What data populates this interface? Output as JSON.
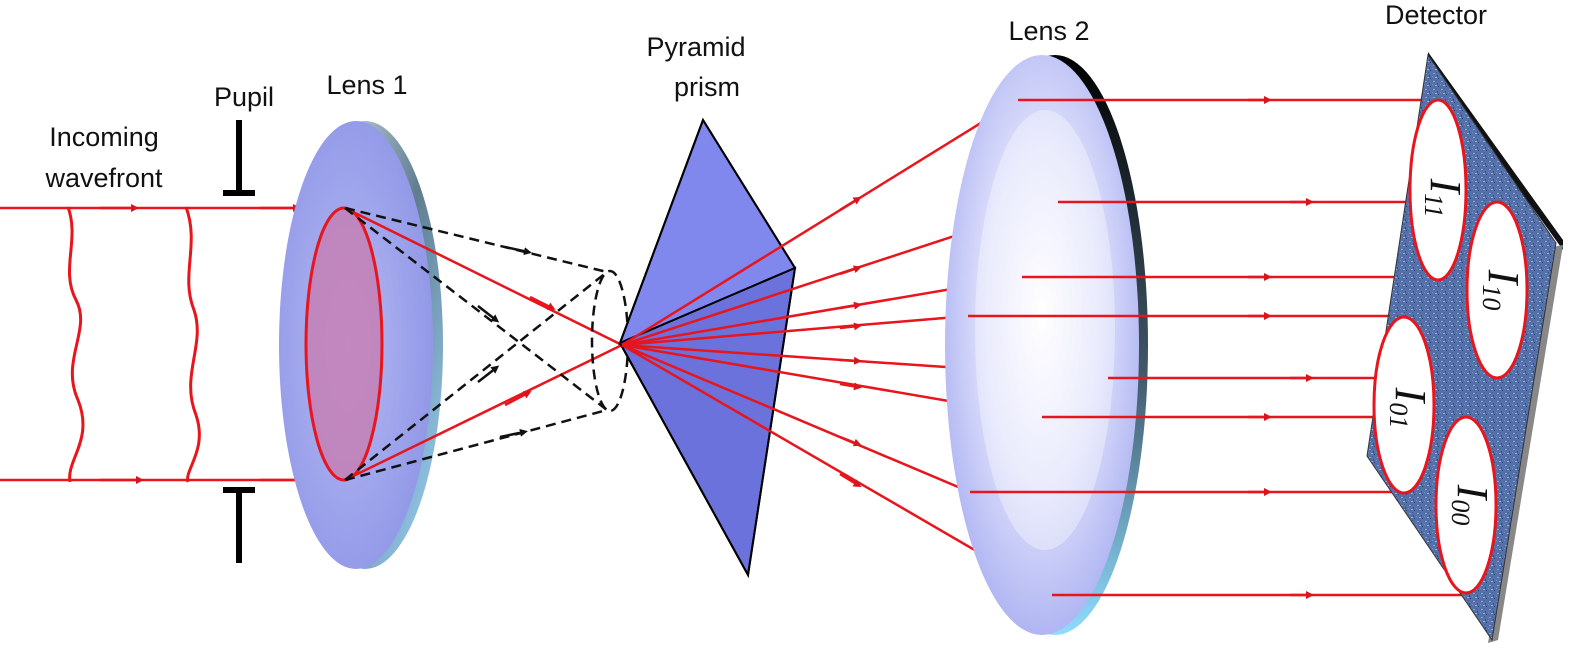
{
  "labels": {
    "incoming_line1": "Incoming",
    "incoming_line2": "wavefront",
    "pupil": "Pupil",
    "lens1": "Lens 1",
    "pyramid_line1": "Pyramid",
    "pyramid_line2": "prism",
    "lens2": "Lens 2",
    "detector": "Detector"
  },
  "detector_spots": [
    {
      "symbol": "I",
      "subscript": "11"
    },
    {
      "symbol": "I",
      "subscript": "10"
    },
    {
      "symbol": "I",
      "subscript": "01"
    },
    {
      "symbol": "I",
      "subscript": "00"
    }
  ],
  "colors": {
    "ray": "#e8151c",
    "cone": "#111111",
    "lens": "#9aa0ec",
    "prism": "#6f76e6",
    "detector": "#4f6aa3"
  }
}
